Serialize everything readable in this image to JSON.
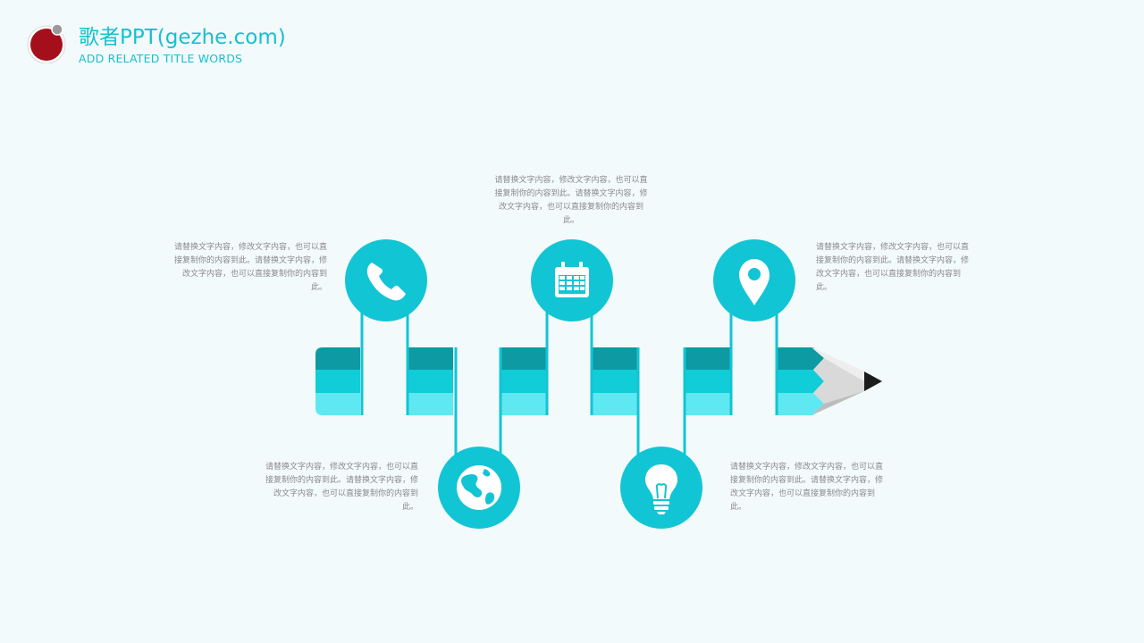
{
  "header": {
    "title": "歌者PPT(gezhe.com)",
    "subtitle": "ADD RELATED  TITLE  WORDS"
  },
  "colors": {
    "accent": "#17c0cf",
    "circle": "#12c5d4",
    "band_dark": "#0e9aa3",
    "band_mid": "#10cdd8",
    "band_light": "#5ee9f2",
    "logo_red": "#a50f1c",
    "text_gray": "#8a8a8a"
  },
  "items": [
    {
      "icon": "phone-icon",
      "text": "请替换文字内容，修改文字内容，也可以直接复制你的内容到此。请替换文字内容，修改文字内容，也可以直接复制你的内容到此。"
    },
    {
      "icon": "globe-icon",
      "text": "请替换文字内容，修改文字内容，也可以直接复制你的内容到此。请替换文字内容，修改文字内容，也可以直接复制你的内容到此。"
    },
    {
      "icon": "calendar-icon",
      "text": "请替换文字内容，修改文字内容，也可以直接复制你的内容到此。请替换文字内容，修改文字内容，也可以直接复制你的内容到此。"
    },
    {
      "icon": "lightbulb-icon",
      "text": "请替换文字内容，修改文字内容，也可以直接复制你的内容到此。请替换文字内容，修改文字内容，也可以直接复制你的内容到此。"
    },
    {
      "icon": "location-pin-icon",
      "text": "请替换文字内容，修改文字内容，也可以直接复制你的内容到此。请替换文字内容，修改文字内容，也可以直接复制你的内容到此。"
    }
  ]
}
